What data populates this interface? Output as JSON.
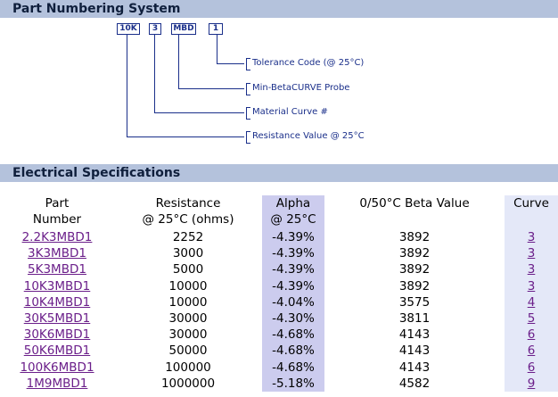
{
  "part_numbering": {
    "title": "Part Numbering System",
    "codes": [
      "10K",
      "3",
      "MBD",
      "1"
    ],
    "descriptions": [
      "Tolerance Code (@ 25°C)",
      "Min-BetaCURVE Probe",
      "Material Curve #",
      "Resistance Value @ 25°C"
    ]
  },
  "electrical": {
    "title": "Electrical Specifications",
    "headers": {
      "part_l1": "Part",
      "part_l2": "Number",
      "res_l1": "Resistance",
      "res_l2": "@ 25°C (ohms)",
      "alpha_l1": "Alpha",
      "alpha_l2": "@ 25°C",
      "beta": "0/50°C Beta Value",
      "curve": "Curve"
    },
    "rows": [
      {
        "part": "2.2K3MBD1",
        "resistance": "2252",
        "alpha": "-4.39%",
        "beta": "3892",
        "curve": "3"
      },
      {
        "part": "3K3MBD1",
        "resistance": "3000",
        "alpha": "-4.39%",
        "beta": "3892",
        "curve": "3"
      },
      {
        "part": "5K3MBD1",
        "resistance": "5000",
        "alpha": "-4.39%",
        "beta": "3892",
        "curve": "3"
      },
      {
        "part": "10K3MBD1",
        "resistance": "10000",
        "alpha": "-4.39%",
        "beta": "3892",
        "curve": "3"
      },
      {
        "part": "10K4MBD1",
        "resistance": "10000",
        "alpha": "-4.04%",
        "beta": "3575",
        "curve": "4"
      },
      {
        "part": "30K5MBD1",
        "resistance": "30000",
        "alpha": "-4.30%",
        "beta": "3811",
        "curve": "5"
      },
      {
        "part": "30K6MBD1",
        "resistance": "30000",
        "alpha": "-4.68%",
        "beta": "4143",
        "curve": "6"
      },
      {
        "part": "50K6MBD1",
        "resistance": "50000",
        "alpha": "-4.68%",
        "beta": "4143",
        "curve": "6"
      },
      {
        "part": "100K6MBD1",
        "resistance": "100000",
        "alpha": "-4.68%",
        "beta": "4143",
        "curve": "6"
      },
      {
        "part": "1M9MBD1",
        "resistance": "1000000",
        "alpha": "-5.18%",
        "beta": "4582",
        "curve": "9"
      }
    ]
  },
  "colors": {
    "header_band": "#b4c2dc",
    "alpha_column": "#ccccee",
    "link": "#6b1f8a",
    "diagram_ink": "#1a2f8a"
  }
}
